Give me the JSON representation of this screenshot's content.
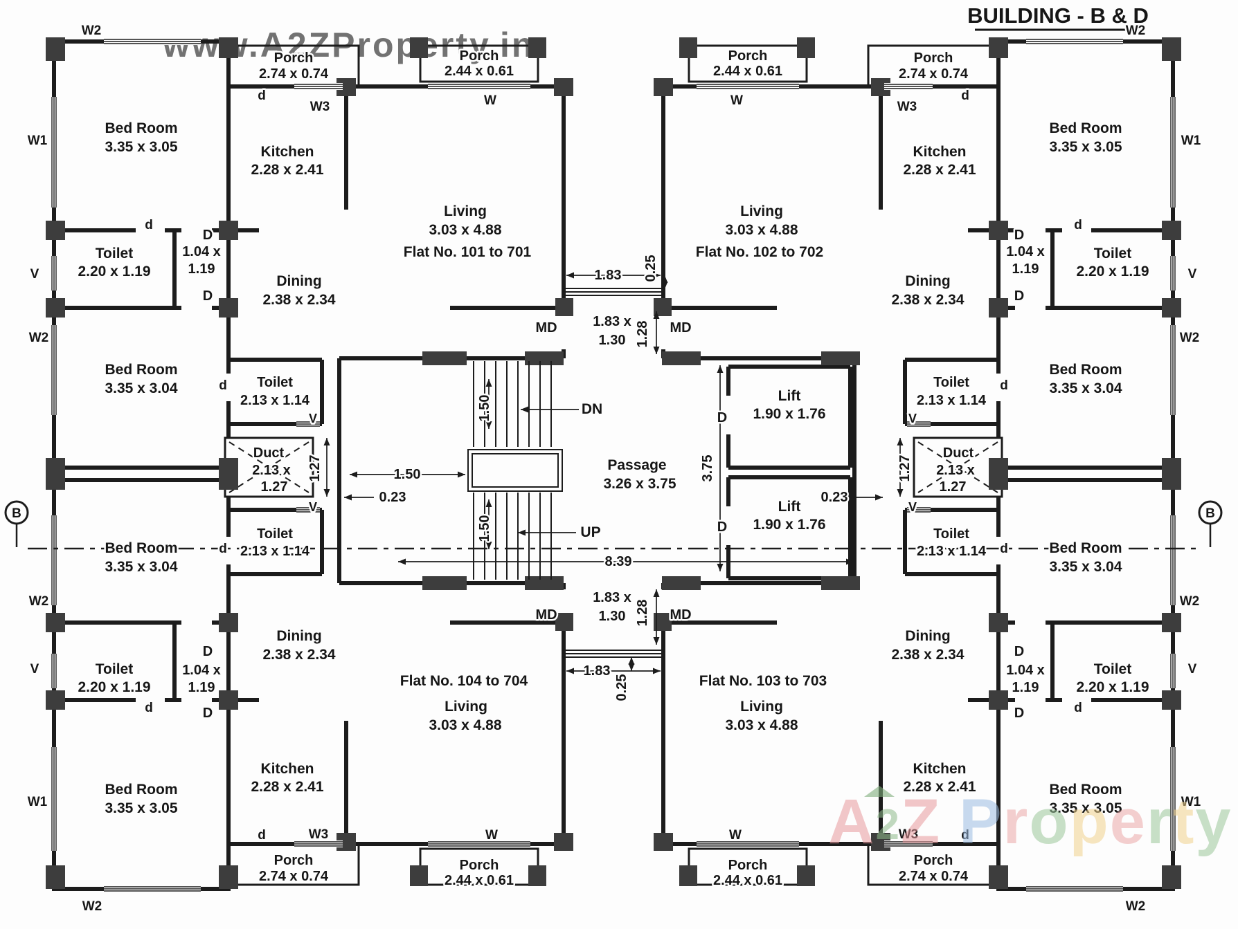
{
  "title": "BUILDING - B & D",
  "watermark": {
    "url": "www.A2ZProperty.in",
    "brand": [
      {
        "ch": "A",
        "color": "#e89a9e",
        "small": false
      },
      {
        "ch": "2",
        "color": "#8fbb8b",
        "small": true
      },
      {
        "ch": "Z",
        "color": "#e89a9e",
        "small": false
      },
      {
        "ch": " ",
        "color": "#ffffff",
        "small": false
      },
      {
        "ch": "P",
        "color": "#9cbde2",
        "small": false
      },
      {
        "ch": "r",
        "color": "#eba9a9",
        "small": false
      },
      {
        "ch": "o",
        "color": "#9cc79a",
        "small": false
      },
      {
        "ch": "p",
        "color": "#f1d28d",
        "small": false
      },
      {
        "ch": "e",
        "color": "#eba9a9",
        "small": false
      },
      {
        "ch": "r",
        "color": "#9cc79a",
        "small": false
      },
      {
        "ch": "t",
        "color": "#f1d28d",
        "small": false
      },
      {
        "ch": "y",
        "color": "#9cc79a",
        "small": false
      }
    ]
  },
  "flats": {
    "f101": "Flat No. 101 to 701",
    "f102": "Flat No. 102 to 702",
    "f103": "Flat No. 103 to 703",
    "f104": "Flat No. 104 to 704"
  },
  "rooms": {
    "bed": {
      "name": "Bed Room",
      "dim_a": "3.35 x 3.05",
      "dim_b": "3.35 x 3.04"
    },
    "toilet": {
      "name": "Toilet",
      "dim_a": "2.20 x 1.19",
      "dim_b": "2.13 x 1.14"
    },
    "kitchen": {
      "name": "Kitchen",
      "dim": "2.28 x 2.41"
    },
    "living": {
      "name": "Living",
      "dim": "3.03 x 4.88"
    },
    "dining": {
      "name": "Dining",
      "dim": "2.38 x 2.34"
    },
    "porch": {
      "name": "Porch",
      "dim_a": "2.74 x 0.74",
      "dim_b": "2.44 x 0.61"
    },
    "duct": {
      "name": "Duct",
      "dim_line1": "2.13 x",
      "dim_line2": "1.27"
    },
    "lift": {
      "name": "Lift",
      "dim": "1.90 x 1.76"
    },
    "passage": {
      "name": "Passage",
      "dim": "3.26 x 3.75"
    },
    "lobby": {
      "dim_line1": "1.04 x",
      "dim_line2": "1.19"
    },
    "entry": {
      "dim_line1": "1.83 x",
      "dim_line2": "1.30"
    }
  },
  "dims": {
    "w183": "1.83",
    "w025": "0.25",
    "w128": "1.28",
    "w150": "1.50",
    "w023": "0.23",
    "w127": "1.27",
    "w375": "3.75",
    "w839": "8.39"
  },
  "markers": {
    "dn": "DN",
    "up": "UP",
    "md": "MD",
    "w": "W",
    "w1": "W1",
    "w2": "W2",
    "w3": "W3",
    "v": "V",
    "door": "D",
    "door_small": "d",
    "section": "B"
  }
}
